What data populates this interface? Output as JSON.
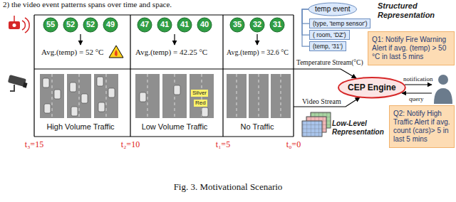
{
  "diagram": {
    "caption": "Fig. 3. Motivational Scenario",
    "nodes": [
      {
        "text": [
          "temp event"
        ]
      },
      {
        "text": [
          "(type, 'temp sensor')"
        ]
      },
      {
        "text": [
          "( room, 'DZ')"
        ]
      },
      {
        "text": [
          "(temp, '31')"
        ]
      },
      {
        "text": [
          "55"
        ]
      },
      {
        "text": [
          "52"
        ]
      },
      {
        "text": [
          "52"
        ]
      },
      {
        "text": [
          "49"
        ]
      },
      {
        "text": [
          "47"
        ]
      },
      {
        "text": [
          "41"
        ]
      },
      {
        "text": [
          "41"
        ]
      },
      {
        "text": [
          "40"
        ]
      },
      {
        "text": [
          "35"
        ]
      },
      {
        "text": [
          "32"
        ]
      },
      {
        "text": [
          "31"
        ]
      },
      {
        "text": [
          "Q1: Notify Fire Warning Alert if avg. (temp) > 50 °C in last 5 mins"
        ]
      },
      {
        "text": [
          "CEP Engine"
        ]
      },
      {
        "text": [
          "Silver"
        ]
      },
      {
        "text": [
          "Red"
        ]
      },
      {
        "text": [
          "Q2: Notify High Traffic Alert if avg. count (cars)> 5 in last 5 mins"
        ]
      }
    ],
    "edges": [
      {
        "from": 0,
        "to": 1,
        "arrow": "none"
      },
      {
        "from": 0,
        "to": 2,
        "arrow": "none"
      },
      {
        "from": 0,
        "to": 3,
        "arrow": "none"
      }
    ],
    "labels": [
      "2) the video event patterns spans over time and space.",
      "Structured Representation",
      "Avg.(temp) = 52 °C",
      "Avg.(temp) = 42.25 °C",
      "Avg.(temp) = 32.6 °C",
      "Temperature Stream(°C)",
      "notification",
      "query",
      "Video Stream",
      "Low-Level Representation",
      "High Volume Traffic",
      "Low Volume Traffic",
      "No Traffic",
      "t₃=15",
      "t₂=10",
      "t₁=5",
      "t₀=0"
    ]
  }
}
